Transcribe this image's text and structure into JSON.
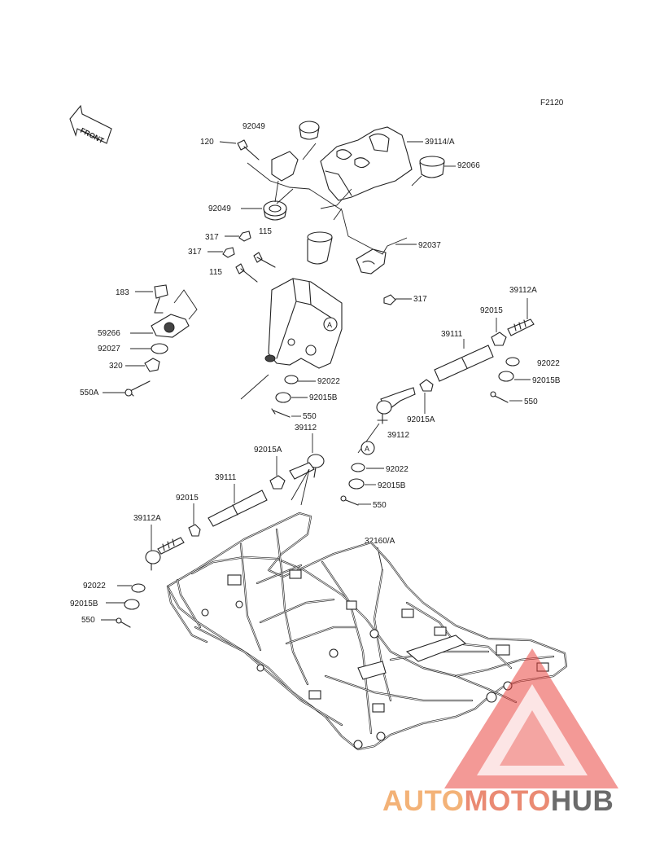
{
  "figure_code": "F2120",
  "front_marker": "FRONT",
  "callout_letter": "A",
  "parts": {
    "p120": "120",
    "p92049_top": "92049",
    "p92049_mid": "92049",
    "p115_top": "115",
    "p115_mid": "115",
    "p317_a": "317",
    "p317_b": "317",
    "p317_c": "317",
    "p39114A": "39114/A",
    "p92066": "92066",
    "p92037": "92037",
    "p183": "183",
    "p59266": "59266",
    "p92027": "92027",
    "p320": "320",
    "p550A": "550A",
    "p92022_mid": "92022",
    "p92015B_mid": "92015B",
    "p550_mid": "550",
    "p39112A_right": "39112A",
    "p92015_right": "92015",
    "p39111_right": "39111",
    "p92022_right": "92022",
    "p92015B_right": "92015B",
    "p550_right": "550",
    "p92015A_right": "92015A",
    "p39112_right": "39112",
    "p92022_ctr": "92022",
    "p92015B_ctr": "92015B",
    "p550_ctr": "550",
    "p39112_left": "39112",
    "p92015A_left": "92015A",
    "p39111_left": "39111",
    "p92015_left": "92015",
    "p39112A_left": "39112A",
    "p32160A": "32160/A",
    "p92022_left": "92022",
    "p92015B_left": "92015B",
    "p550_left": "550"
  },
  "watermark": {
    "part1": "AUTO",
    "part2": "MOTO",
    "part3": "HUB",
    "color_light": "#f3b277",
    "color_mid": "#ea8a73",
    "color_dark": "#6b6b6b",
    "triangle_color": "#e9463f"
  }
}
